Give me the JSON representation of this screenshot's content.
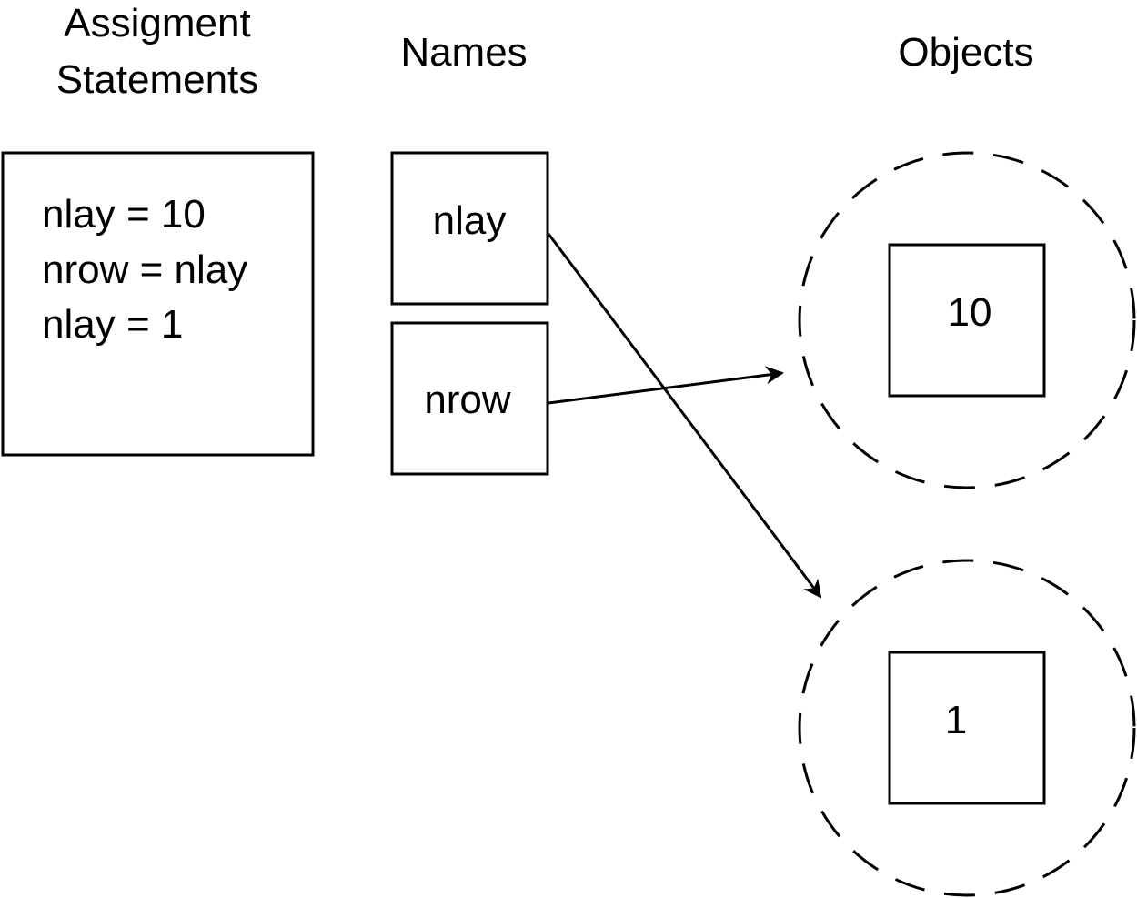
{
  "columns": {
    "assignment_title_line1": "Assigment",
    "assignment_title_line2": "Statements",
    "names_title": "Names",
    "objects_title": "Objects"
  },
  "statements": [
    "nlay = 10",
    "nrow = nlay",
    "nlay = 1"
  ],
  "names": {
    "first": "nlay",
    "second": "nrow"
  },
  "objects": {
    "first_value": "10",
    "second_value": "1"
  },
  "references": [
    {
      "from": "nlay",
      "to": "1"
    },
    {
      "from": "nrow",
      "to": "10"
    }
  ],
  "colors": {
    "stroke": "#000000",
    "background": "#ffffff"
  }
}
